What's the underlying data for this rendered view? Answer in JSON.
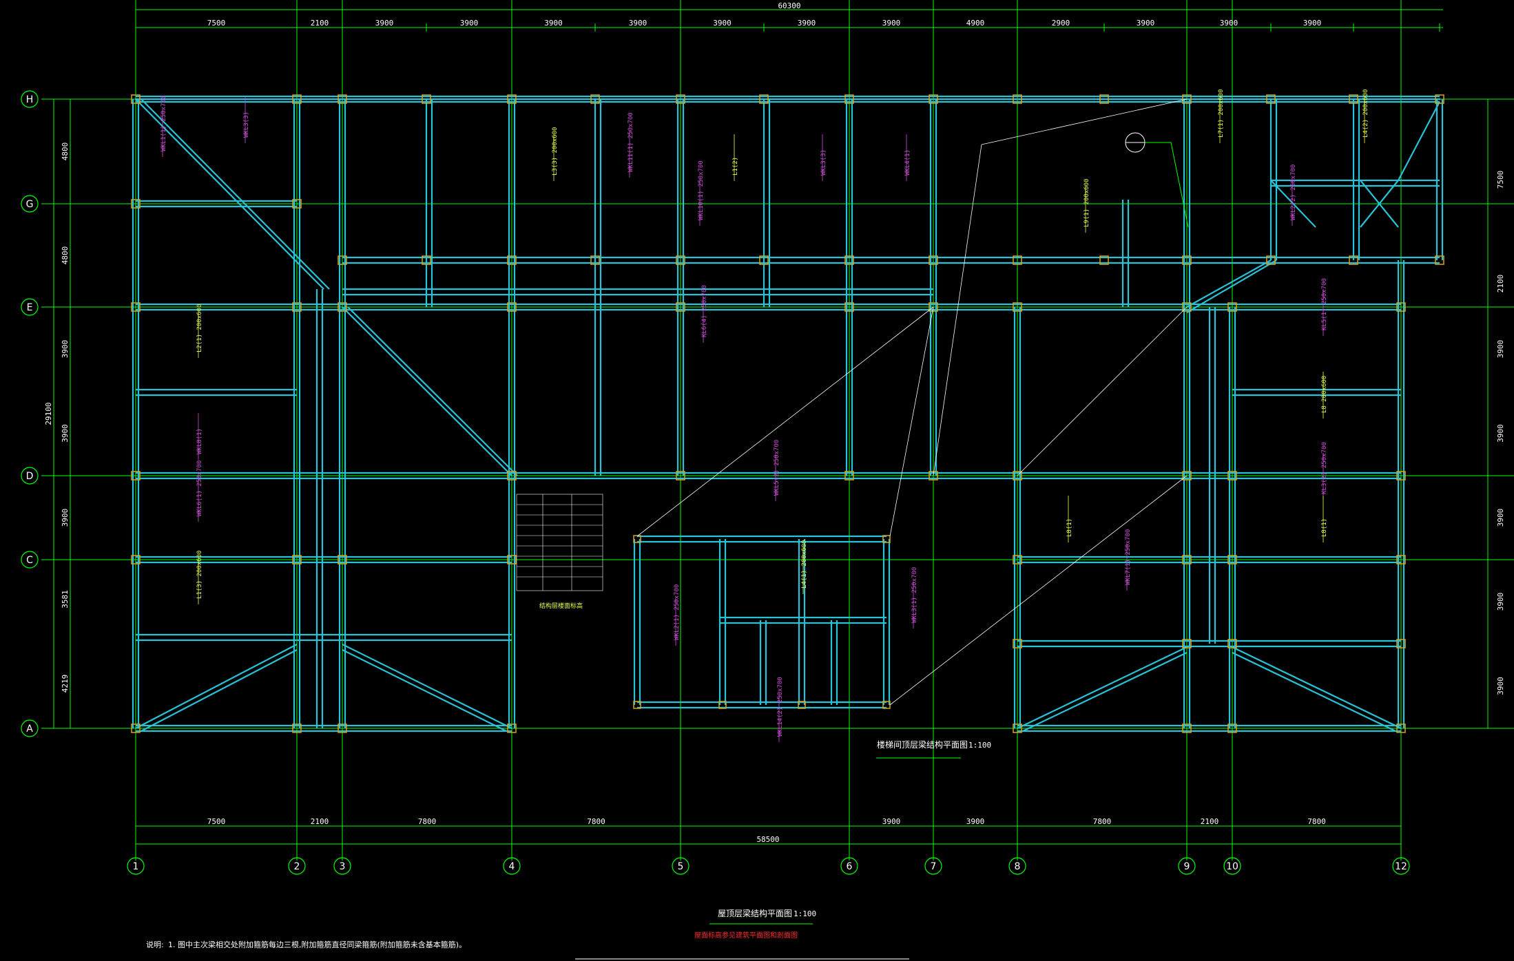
{
  "dimensions": {
    "top_total": "60300",
    "top_spans": [
      "7500",
      "2100",
      "3900",
      "3900",
      "3900",
      "3900",
      "3900",
      "3900",
      "3900",
      "4900",
      "2900",
      "3900",
      "3900",
      "3900"
    ],
    "bottom_spans": [
      "7500",
      "2100",
      "7800",
      "7800",
      "3900",
      "3900",
      "7800",
      "2100",
      "7800"
    ],
    "bottom_total": "58500",
    "left_spans": [
      "4800",
      "4800",
      "3900",
      "3900",
      "3900",
      "3581",
      "4219"
    ],
    "left_total": "29100",
    "right_spans": [
      "7500",
      "2100",
      "3900",
      "3900",
      "3900",
      "3900",
      "3900"
    ]
  },
  "grid": {
    "rows": [
      "H",
      "G",
      "E",
      "D",
      "C",
      "A"
    ],
    "cols": [
      "1",
      "2",
      "3",
      "4",
      "5",
      "6",
      "7",
      "8",
      "9",
      "10",
      "12"
    ]
  },
  "annotations": [
    "WKL1(1) 250x700",
    "WKL3(3)",
    "L3(3) 200x600",
    "WKL11(1) 250x700",
    "L1(2)",
    "WKL3(3)",
    "WKL4(1)",
    "WKL10(1) 250x700",
    "KL6(4) 250x700",
    "L2(1) 200x600",
    "WKL8(1)",
    "WKL6(1) 250x700",
    "L1(3) 200x600",
    "WKL5(2) 250x700",
    "L4(1) 200x600",
    "WKL2(1) 250x700",
    "WKL3(1) 250x700",
    "WKL14(2) 250x700",
    "KL5(1) 250x700",
    "L8 200x600",
    "KL3(2) 250x700",
    "L8(1)",
    "WKL7(1) 250x700",
    "L4(2) 200x600",
    "WKL2(2) 250x700",
    "L7(1) 200x600",
    "L9(1) 200x600",
    "L8(1)"
  ],
  "titles": {
    "roof_plan": "屋顶层梁结构平面图",
    "roof_scale": "1:100",
    "stair_plan": "楼梯间顶层梁结构平面图",
    "stair_scale": "1:100",
    "table_caption": "结构层楼面标高"
  },
  "notes": {
    "label": "说明:",
    "line1": "1. 图中主次梁相交处附加箍筋每边三根,附加箍筋直径同梁箍筋(附加箍筋未含基本箍筋)。",
    "line2": "  ",
    "red": "屋面标高参见建筑平面图和剖面图"
  },
  "colors": {
    "beam": "#27c3d6",
    "grid": "#00ff00",
    "column": "#d9a521",
    "annotation": "#d64fe0",
    "annotation_alt": "#e8ff4a"
  }
}
